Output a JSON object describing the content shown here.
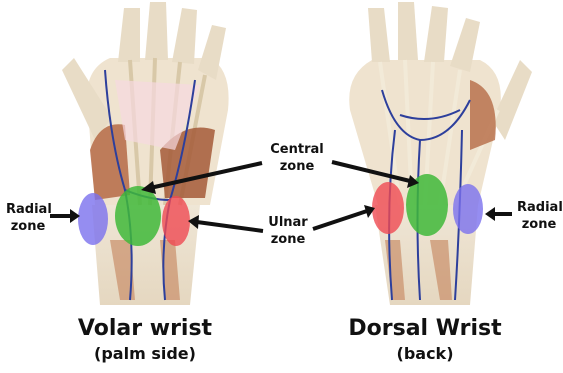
{
  "labels": {
    "radial_left": [
      "Radial",
      "zone"
    ],
    "radial_right": [
      "Radial",
      "zone"
    ],
    "central": [
      "Central",
      "zone"
    ],
    "ulnar": [
      "Ulnar",
      "zone"
    ]
  },
  "captions": {
    "volar_title": "Volar wrist",
    "volar_sub": "(palm side)",
    "dorsal_title": "Dorsal Wrist",
    "dorsal_sub": "(back)"
  },
  "colors": {
    "radial": "#7b70ee",
    "central": "#3fb83a",
    "ulnar": "#ef4a52",
    "bone": "#e9dcc4",
    "muscle": "#b56a45",
    "vein": "#2d3f9c"
  }
}
